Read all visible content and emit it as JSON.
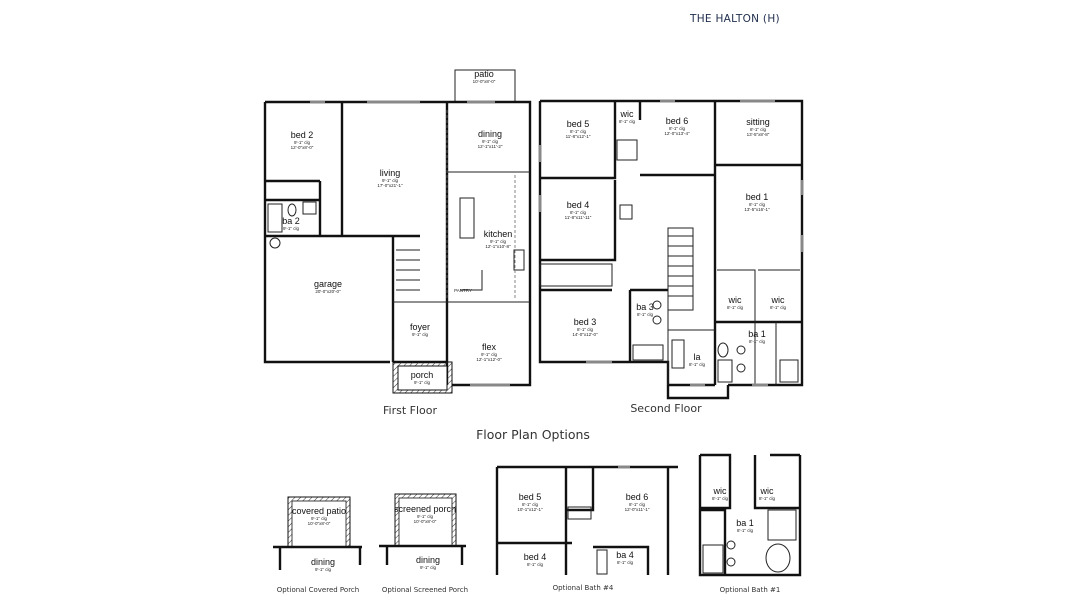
{
  "title": "THE HALTON (H)",
  "first_floor": {
    "label": "First Floor",
    "rooms": [
      {
        "name": "bed 2",
        "ceiling": "9'-1\" clg",
        "size": "12'-0\"x8'-0\""
      },
      {
        "name": "living",
        "ceiling": "9'-1\" clg",
        "size": "17'-0\"x21'-1\""
      },
      {
        "name": "dining",
        "ceiling": "9'-1\" clg",
        "size": "12'-1\"x11'-2\""
      },
      {
        "name": "kitchen",
        "ceiling": "9'-1\" clg",
        "size": "12'-1\"x10'-8\""
      },
      {
        "name": "ba 2",
        "ceiling": "9'-1\" clg",
        "size": ""
      },
      {
        "name": "garage",
        "ceiling": "",
        "size": "20'-0\"x20'-0\""
      },
      {
        "name": "foyer",
        "ceiling": "9'-1\" clg",
        "size": ""
      },
      {
        "name": "flex",
        "ceiling": "9'-1\" clg",
        "size": "12'-1\"x12'-0\""
      },
      {
        "name": "porch",
        "ceiling": "9'-1\" clg",
        "size": ""
      },
      {
        "name": "patio",
        "ceiling": "",
        "size": "10'-0\"x8'-0\""
      },
      {
        "name": "PANTRY",
        "ceiling": "",
        "size": ""
      }
    ]
  },
  "second_floor": {
    "label": "Second Floor",
    "rooms": [
      {
        "name": "bed 5",
        "ceiling": "8'-1\" clg",
        "size": "11'-8\"x12'-1\""
      },
      {
        "name": "wic",
        "ceiling": "8'-1\" clg",
        "size": ""
      },
      {
        "name": "bed 6",
        "ceiling": "8'-1\" clg",
        "size": "12'-0\"x13'-4\""
      },
      {
        "name": "sitting",
        "ceiling": "8'-1\" clg",
        "size": "13'-5\"x8'-8\""
      },
      {
        "name": "bed 4",
        "ceiling": "8'-1\" clg",
        "size": "11'-8\"x11'-11\""
      },
      {
        "name": "bed 1",
        "ceiling": "8'-1\" clg",
        "size": "13'-5\"x16'-1\""
      },
      {
        "name": "bed 3",
        "ceiling": "8'-1\" clg",
        "size": "14'-0\"x12'-0\""
      },
      {
        "name": "ba 3",
        "ceiling": "8'-1\" clg",
        "size": ""
      },
      {
        "name": "wic",
        "ceiling": "8'-1\" clg",
        "size": ""
      },
      {
        "name": "wic",
        "ceiling": "8'-1\" clg",
        "size": ""
      },
      {
        "name": "ba 1",
        "ceiling": "8'-1\" clg",
        "size": ""
      },
      {
        "name": "la",
        "ceiling": "8'-1\" clg",
        "size": ""
      }
    ]
  },
  "options": {
    "heading": "Floor Plan Options",
    "covered_porch": {
      "caption": "Optional Covered Porch",
      "rooms": [
        {
          "name": "covered patio",
          "ceiling": "9'-1\" clg",
          "size": "10'-0\"x8'-0\""
        },
        {
          "name": "dining",
          "ceiling": "9'-1\" clg",
          "size": ""
        }
      ]
    },
    "screened_porch": {
      "caption": "Optional Screened Porch",
      "rooms": [
        {
          "name": "screened porch",
          "ceiling": "9'-1\" clg",
          "size": "10'-0\"x8'-0\""
        },
        {
          "name": "dining",
          "ceiling": "9'-1\" clg",
          "size": ""
        }
      ]
    },
    "bath4": {
      "caption": "Optional Bath #4",
      "rooms": [
        {
          "name": "bed 5",
          "ceiling": "8'-1\" clg",
          "size": "10'-1\"x12'-1\""
        },
        {
          "name": "bed 6",
          "ceiling": "8'-1\" clg",
          "size": "12'-0\"x11'-1\""
        },
        {
          "name": "bed 4",
          "ceiling": "8'-1\" clg",
          "size": ""
        },
        {
          "name": "ba 4",
          "ceiling": "8'-1\" clg",
          "size": ""
        }
      ]
    },
    "bath1": {
      "caption": "Optional Bath #1",
      "rooms": [
        {
          "name": "wic",
          "ceiling": "8'-1\" clg",
          "size": ""
        },
        {
          "name": "wic",
          "ceiling": "8'-1\" clg",
          "size": ""
        },
        {
          "name": "ba 1",
          "ceiling": "8'-1\" clg",
          "size": ""
        }
      ]
    }
  }
}
